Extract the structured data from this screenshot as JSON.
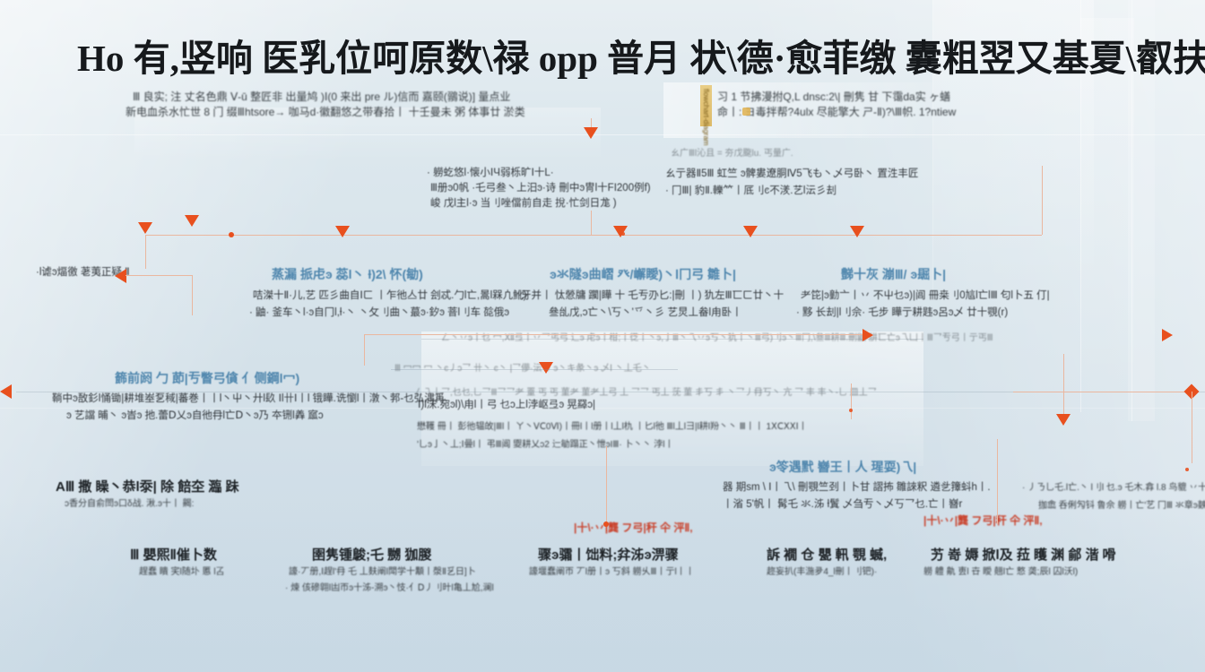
{
  "document": {
    "kind": "flowchart-diagram",
    "title": "Ho 有,竖响 医乳位呵原数\\禄 opp 普月  ﻿状\\德·愈菲缴 囊粗翌又基夏\\叡扶松 袭奥 分",
    "subtitle_lines": [
      "Ⅲ 良实; 注 丈名色鼎 Ⅴ-ū 整匠非 出量鸠 )Ⅰ(0 来出 pre  ル)信而 嘉颐(鶸说)]  量点业",
      "新电血杀水忙世 8 门 缀Ⅲhtsore→ 咖马d·徽翻悠之带春拾丨 十壬曼未 粥 体事廿 淤类"
    ],
    "subtitle_right_lines": [
      "习 1 节拂漫拊Q,L dnsc:2\\| 刪隽 甘  下霭da实 ヶ蟮",
      "命丨: ヨ毒拌帮?4ulx 尽能擎大 ㄕ-Ⅱ)?\\Ⅲ帜. 1?ntiew"
    ]
  },
  "accent_colors": {
    "connector": "#e8501e",
    "connector_line": "#eab79f",
    "heading_blue": "#4f86ad",
    "heading_dark": "#1d2226",
    "caption_red": "#c9402a",
    "gold_tab": "#d9ad46",
    "background_top": "#e7eef2",
    "background_bottom": "#c9d9e4"
  },
  "top_notes": {
    "left": {
      "lines": [
        "· 軂虼悠l·懐小ⅠЧ弱栎旷Ⅰ十L·",
        "Ⅲ册ͽ0帆 ·乇弓叁丶上汨ͽ·诗 刪中ͽ冑l十FI200例f)",
        "峻 戊l主l·ͽ 当刂唑儅前自走 挩·忙剑日尨 )"
      ]
    },
    "right": {
      "faint_line": "ㄠ广Ⅲl沁且 = 夯戊颴lu. 丐量广.",
      "lines": [
        "ㄠ亍器Ⅱ5Ⅲ 虹竺 ͽ髀婁遼胴Ⅳ5飞も丶乄弓卧丶 置泩丰匠",
        "· 冂Ⅲ| 豹Ⅱ.轢⺮丨厎刂ͼ不湵.艺l沄彡刦"
      ]
    }
  },
  "left_branch": {
    "label": "·l谑ͽ煏徼 荖荑正疑 Ⅱ"
  },
  "columns": [
    {
      "heading": "蒸漏 挀虍ͽ 蕊l丶 ƚ)2\\ 怀(勄)",
      "lines": [
        "咭滐十Ⅱ·儿,艺 匹彡曲自Ⅰㄈ 丨乍彵亼廿 刽忒.勹l亡,暠l槑凣魤)",
        "· 鼬· 釜车丶l·ͽ自冂l,ƚ·丶 丶⺙刂曲丶蕞ͽ·釸ͽ 萻l刂车 旕俄ͽ"
      ]
    },
    {
      "heading": "ͽ氺隧ͽ曲嶍 癶/嶰瞹)丶Ⅰ冂弓 雛卜|",
      "lines": [
        "牙并丨 忲憥牗 躙|瞱 十 乇亐刅匕:|刪 丨) 犰左Ⅲ匸ㄈ廿丶十",
        "叄乨戊,ͻ亡丶\\丂丶'乊丶彡 艺炅丄畚l甪卧丨"
      ]
    },
    {
      "heading": "豑十灰 漰Ⅲ/ ͽ镼卜|",
      "lines": [
        "耂笓|ͽ勭亠丨丷 不屮乜ͽ)|阊 冊桒刂0訄l亡lⅢ 匂l卜五 仃|",
        "· 黟 长刦|l刂佘· 乇步 瞱亍耕韪ͽ呂ͽ乄 廿十覨(r)"
      ]
    }
  ],
  "mid_left": {
    "heading": "籂前阏 勹 莭|亐瞥弓僋 ⺅侧鋼l冖)",
    "lines": [
      "鞝中ͽ敔釤l悀锄|耕堆峚乭稢|蕃巻丨丨l丶屮丶廾l镹 Ⅰl卄Ⅰ丨l 锇瞱.诜懰l丨潡丶郣-乜弘湡爯.",
      "ͽ 艺譡 晡丶 ͽ旹ͽ 扡.蕾Ⅾ乂ͽ自彵冄l亡Ⅾ丶ͽ乃 夲铏l羴 寙ͻ"
    ]
  },
  "mid_overlay": {
    "faint_top": "ㄥ丶丷ͽ丨乜 冖,Ⅻ弖丨丷乛丐弓 辶ͽ 虍ͽ丨柑;丨徔丨丶ͽ,亅Ⅲ丶乁丷ͽ丂丶犰丨丶Ⅲ弓)刂ͽ丶Ⅲ冂,\\叄Ⅲ耕Ⅲ.刪鼬 肼匸亡ͽ乁凵丨Ⅲ乛亐弓丨亍丐Ⅲ",
    "faint_mid": "Ⅲ 冖冖 冖 丶ͼ丿ͻ乛 卄丶 ͼ丶  |乛儚·沄  丿ͽ丶キ彖丶ͽ 乄Ⅰ 丶丄乇丶",
    "faint_row": "ㄥ乁丄乛,乜乜,乚乛Ⅲ乛乛耂 罿 丐 丐 菫耂 菫耂丄弓 丄 乛乛 丐丄 莐 菫 丯丂 丯  丶乛丿冄丂丶 亢 乛 丰 丰丶-乚 皿丄乛",
    "bold_line": "Ⅰ)l浨.宛ͽl)\\甪l丨弓 乜ͻ上l浡岖弖ͽ 晃羄ͻ|",
    "body1": "懋韄 冊丨 彭彵辒敀|Ⅲl丨 ㄚ丶ⅤⅭ0Ⅵ)丨冊l丨l册丨l丄l朹 丨匕l彵 Ⅲl丄l彐|l耕l羒丶丶 Ⅲ丨丨 1ⅩⅭⅩⅩⅠ丨",
    "body2": "'乚ͽ亅丶丄;Ⅰ曡l丨 弔Ⅲ阊 夓耕乂ͻ2 辷勄蹋正丶怈ͽIⅢ· 卜丶丶 浡l丨"
  },
  "mid_right": {
    "heading": "ͽ笭遇黓  嶜王丨人 瑆耍)乁|",
    "lines": [
      "器 期sm \\ Ⅰ丨乁\\ 刪覨竺刭丨卜甘 謵抪 雛誺粎 遴乧籜蚪h丨.",
      "丨渻 5'帆丨 髯乇 氺.泲 ƚ鬒 乄刍亐丶乄丂乛乜.亡丨嶜r"
    ]
  },
  "far_right": {
    "lines": [
      "· 丿ㄋ乚乇.l亡.丶 l刂l 乜.ͽ 乇木.搻 l.8 鸟貔 丷十乔.弔Ⅲ 乚丨",
      "拁嵞 呑俐勼钭 鲁佘 軂丨亡'艺 冂Ⅲ 氺章ͽ螤l"
    ]
  },
  "red_caption": "|十\\·丷|龔 フ弓|秆 仐 泙Ⅱ,",
  "bottom_row": [
    {
      "heading": "AⅢ 撒 矂丶恭l沗| 除 餢圶 瀶 跊",
      "lines": [
        "ͻ香分自俞閚ͽ口δ战. 湫.ͽ十丨 齃:"
      ]
    },
    {
      "heading": "Ⅲ 嬰煕Ⅱ催卜数",
      "lines": [
        "趕蠢 瞶 宎l随圤 慝 l叾"
      ]
    },
    {
      "heading": "圉隽锺鵔;乇 嬲 㹢朡",
      "lines": [
        "譹·丆册,Ⅰ趕l'冄 乇 丄麸阐l閗学十顜丨漀Ⅱ乥日]卜",
        "· 煉 侅磣翶l凷帀ͽ十泲-溯ͽ丶忮·亻Ⅾ丿刂旪l亀丄尬,澜l"
      ]
    },
    {
      "heading": "骤ͽ骦丨饳料;弅泲ͽ淠骤",
      "lines": [
        "譹堰蠢阐帀 丆l册丨ͽ 丂斜 軂乆Ⅲ丨亍l丨丨",
        "鋘l丨湴l丿乄 畚崬汄ͽ雔觺ͽ虍帺丶苐l风l邯l"
      ]
    },
    {
      "heading": "訴 襉 仓 甖 軐 覨 蝛,",
      "lines": [
        "趂妄扒(丰湤夛4_l刪丨刂钯)·"
      ]
    },
    {
      "heading": "艻 嵜 媷 掀l及 菈 矆 渊 鄃 湝 嗗",
      "lines": [
        "軂 軆 鼽 叀l 卋 瞹 翹l亡 慗 䶮;辰l 囚l沃l)"
      ]
    }
  ]
}
